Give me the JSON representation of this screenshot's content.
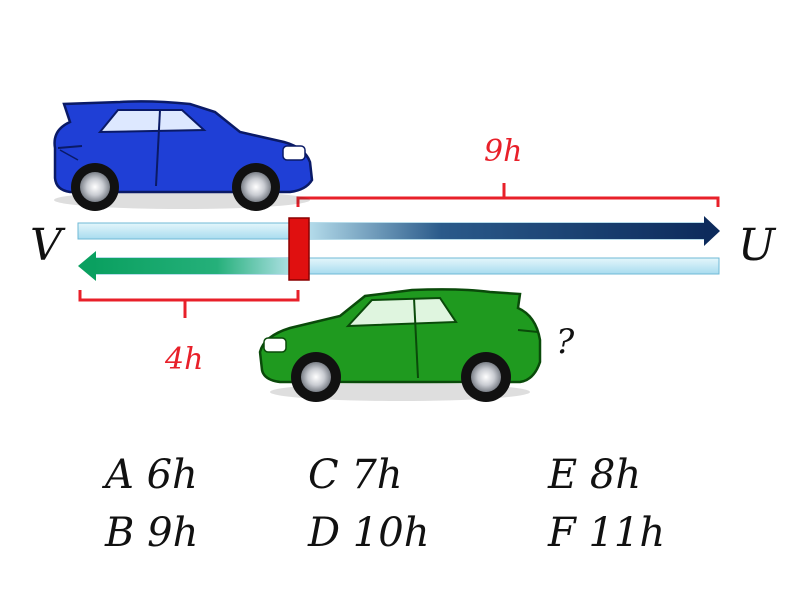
{
  "labels": {
    "left_city": "V",
    "right_city": "U",
    "blue_duration": "9h",
    "green_duration": "4h",
    "unknown": "?"
  },
  "options": [
    {
      "letter": "A",
      "value": "6h"
    },
    {
      "letter": "B",
      "value": "9h"
    },
    {
      "letter": "C",
      "value": "7h"
    },
    {
      "letter": "D",
      "value": "10h"
    },
    {
      "letter": "E",
      "value": "8h"
    },
    {
      "letter": "F",
      "value": "11h"
    }
  ],
  "colors": {
    "blue_car": "#1f3fd6",
    "green_car": "#1f9a1f",
    "bracket": "#e8202a",
    "meeting_marker": "#e01010",
    "blue_arrow": "#0d2b5c",
    "green_arrow": "#0aa060",
    "track_light": "#bfe6f2"
  }
}
